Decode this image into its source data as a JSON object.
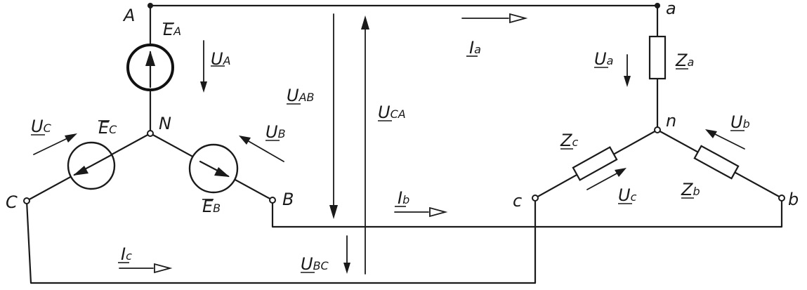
{
  "labels": {
    "A": "A",
    "B": "B",
    "C": "C",
    "N": "N",
    "a": "a",
    "b": "b",
    "c": "c",
    "n": "n"
  },
  "quantities": {
    "EA": {
      "main": "E",
      "sub": "A"
    },
    "EB": {
      "main": "E",
      "sub": "B"
    },
    "EC": {
      "main": "E",
      "sub": "C"
    },
    "UA": {
      "main": "U",
      "sub": "A"
    },
    "UB": {
      "main": "U",
      "sub": "B"
    },
    "UC": {
      "main": "U",
      "sub": "C"
    },
    "UAB": {
      "main": "U",
      "sub": "AB"
    },
    "UCA": {
      "main": "U",
      "sub": "CA"
    },
    "UBC": {
      "main": "U",
      "sub": "BC"
    },
    "Ia": {
      "main": "I",
      "sub": "a"
    },
    "Ib": {
      "main": "I",
      "sub": "b"
    },
    "Ic": {
      "main": "I",
      "sub": "c"
    },
    "Ua": {
      "main": "U",
      "sub": "a"
    },
    "Ub": {
      "main": "U",
      "sub": "b"
    },
    "Uc": {
      "main": "U",
      "sub": "c"
    },
    "Za": {
      "main": "Z",
      "sub": "a"
    },
    "Zb": {
      "main": "Z",
      "sub": "b"
    },
    "Zc": {
      "main": "Z",
      "sub": "c"
    }
  }
}
